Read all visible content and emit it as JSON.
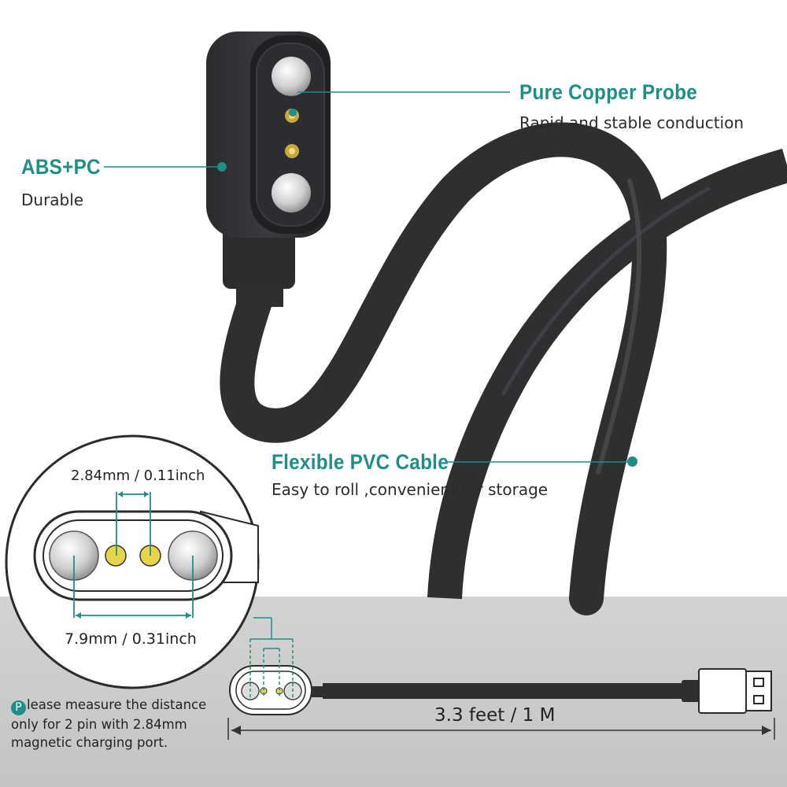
{
  "features": {
    "copper": {
      "title": "Pure Copper Probe",
      "desc": "Rapid and stable conduction"
    },
    "abs": {
      "title": "ABS+PC",
      "desc": "Durable"
    },
    "cable": {
      "title": "Flexible PVC Cable",
      "desc": "Easy to roll ,convenient for storage"
    }
  },
  "dimensions": {
    "pin_spacing": "2.84mm / 0.11inch",
    "outer_spacing": "7.9mm / 0.31inch",
    "cable_length": "3.3 feet / 1 M"
  },
  "note": {
    "first_letter": "P",
    "text": "lease measure the distance only for 2 pin with 2.84mm magnetic charging port."
  },
  "colors": {
    "accent": "#1d8f86",
    "cable": "#2e2f31",
    "panel": "#cfcfcf",
    "pin_gold": "#e8d44a"
  }
}
